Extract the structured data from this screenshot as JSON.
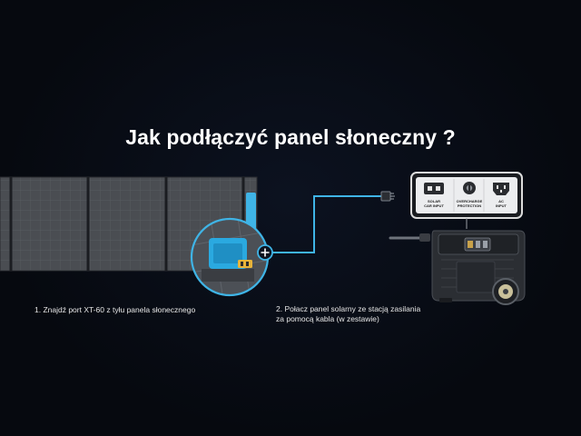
{
  "title": "Jak podłączyć panel słoneczny ?",
  "steps": [
    "1. Znajdź port XT-60 z tyłu panela słonecznego",
    "2. Połacz panel solarny ze stacją zasilania",
    "za pomocą kabla (w zestawie)"
  ],
  "station_ports": {
    "solar": [
      "SOLAR",
      "CAR INPUT"
    ],
    "overcharge": [
      "OVERCHARGE",
      "PROTECTION"
    ],
    "ac": [
      "AC",
      "INPUT"
    ]
  },
  "colors": {
    "background": "#06090f",
    "cable": "#3fb4e6",
    "connector": "#2aa9e0",
    "panel": "#4a4d52"
  }
}
